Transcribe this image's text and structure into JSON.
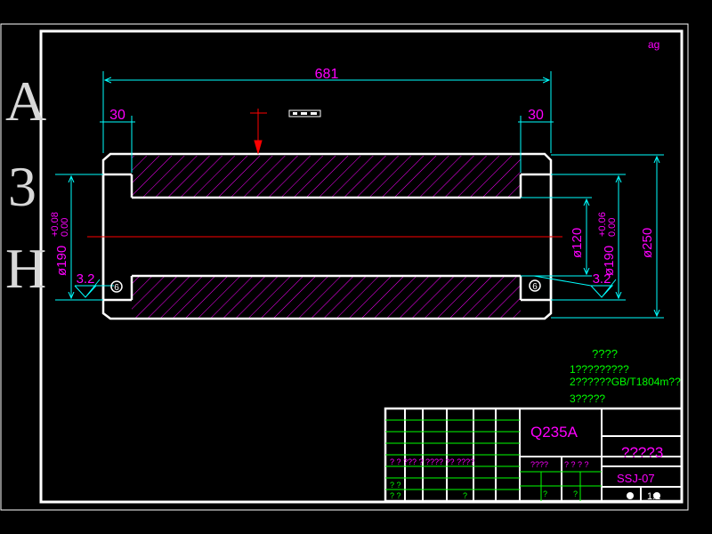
{
  "side_stamp": [
    "A",
    "3",
    "H"
  ],
  "corner_mark": "ag",
  "dimensions": {
    "overall_length": "681",
    "left_shoulder": "30",
    "right_shoulder": "30",
    "bore_left": "ø190",
    "tol_left_upper": "+0.08",
    "tol_left_lower": "0.00",
    "bore_right": "ø190",
    "tol_right_upper": "+0.06",
    "tol_right_lower": "0.00",
    "inner_dia": "ø120",
    "outer_dia": "ø250",
    "rough_left": "3.2",
    "rough_right": "3.2",
    "marker_left": "6",
    "marker_right": "6"
  },
  "notes": {
    "title": "????",
    "line1": "1?????????",
    "line2": "2??????GB/T1804m??",
    "line3": "3?????"
  },
  "title_block": {
    "material": "Q235A",
    "part_name": "????3",
    "drawing_number": "SSJ-07",
    "field_small_1": "????",
    "field_small_2": "?  ?  ?  ?",
    "row1": "?  ?  ???  ?  ????  ??  ????",
    "row2": "?  ?",
    "row3": "?  ?",
    "col_mark_a": "?",
    "col_mark_b": "?",
    "col_mark_c": "?",
    "scale": "1:1"
  },
  "colors": {
    "outline": "#ffffff",
    "dimension": "#00ffff",
    "dim_text": "#ff00ff",
    "hatch": "#ff00ff",
    "center_line": "#ff0000",
    "notes": "#00ff00",
    "border": "#ffffff"
  }
}
